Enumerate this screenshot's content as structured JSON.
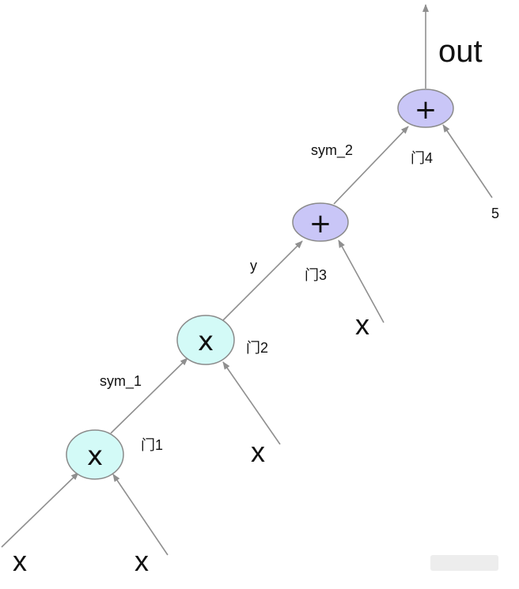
{
  "output_label": "out",
  "gates": [
    {
      "id": "gate1",
      "op": "x",
      "gate_label": "门1"
    },
    {
      "id": "gate2",
      "op": "x",
      "gate_label": "门2"
    },
    {
      "id": "gate3",
      "op": "+",
      "gate_label": "门3"
    },
    {
      "id": "gate4",
      "op": "+",
      "gate_label": "门4"
    }
  ],
  "wires": {
    "gate1_to_gate2": "sym_1",
    "gate2_to_gate3": "y",
    "gate3_to_gate4": "sym_2"
  },
  "inputs": {
    "gate1_left": "x",
    "gate1_right": "x",
    "gate2_right": "x",
    "gate3_right": "x",
    "gate4_right": "5"
  },
  "colors": {
    "multiply_gate_fill": "#d3faf7",
    "add_gate_fill": "#c9c6f7",
    "edge_color": "#8f8f8f"
  }
}
